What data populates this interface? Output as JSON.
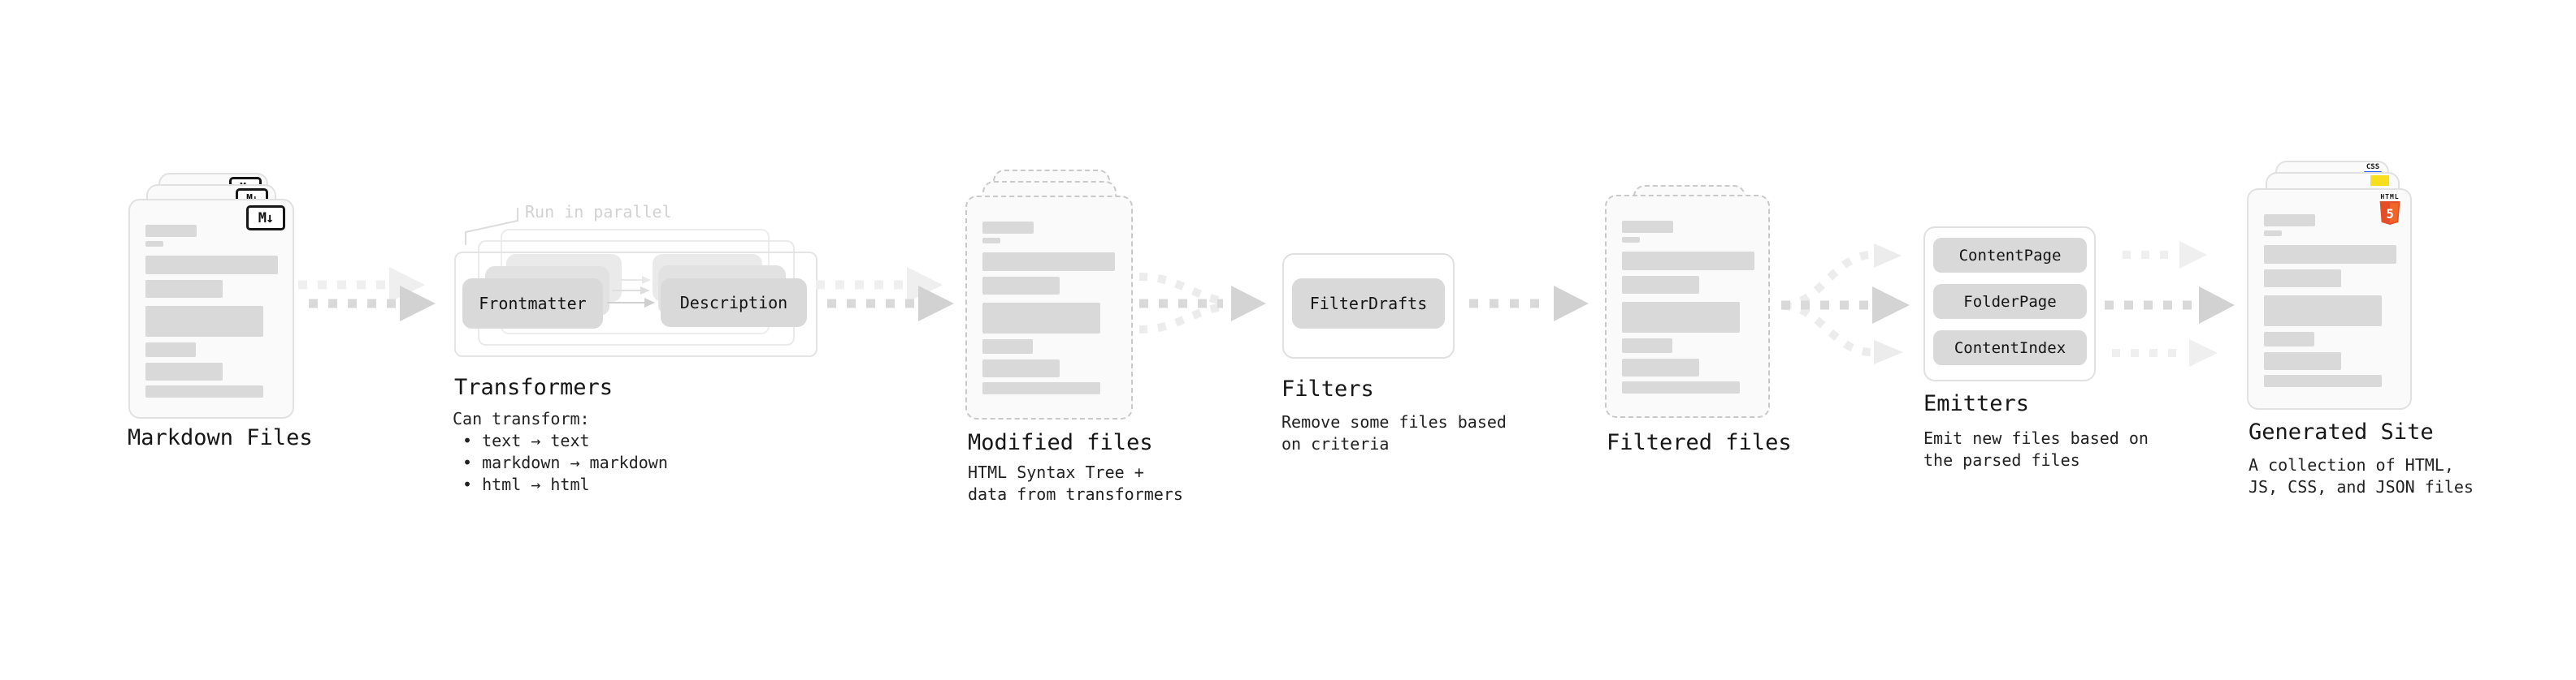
{
  "markdown": {
    "title": "Markdown Files",
    "badge": "M↓"
  },
  "transformers": {
    "title": "Transformers",
    "note": "Run in parallel",
    "box1": "Frontmatter",
    "box2": "Description",
    "desc": [
      "Can transform:",
      "• text → text",
      "• markdown → markdown",
      "• html → html"
    ]
  },
  "modified": {
    "title": "Modified files",
    "desc": [
      "HTML Syntax Tree +",
      "data from transformers"
    ]
  },
  "filters": {
    "title": "Filters",
    "box1": "FilterDrafts",
    "desc": [
      "Remove some files based",
      "on criteria"
    ]
  },
  "filtered": {
    "title": "Filtered files"
  },
  "emitters": {
    "title": "Emitters",
    "box1": "ContentPage",
    "box2": "FolderPage",
    "box3": "ContentIndex",
    "desc": [
      "Emit new files based on",
      "the parsed files"
    ]
  },
  "generated": {
    "title": "Generated Site",
    "badge_css": "CSS",
    "badge_html": "HTML",
    "badge_html_num": "5",
    "desc": [
      "A collection of HTML,",
      "JS, CSS, and JSON files"
    ]
  },
  "colors": {
    "html5_orange": "#e44d26",
    "html5_orange_light": "#f16529",
    "js_yellow": "#f7df1e",
    "css_blue": "#2962ff",
    "bar_gray": "#d9d9d9",
    "arrow_gray": "#d4d4d4"
  }
}
